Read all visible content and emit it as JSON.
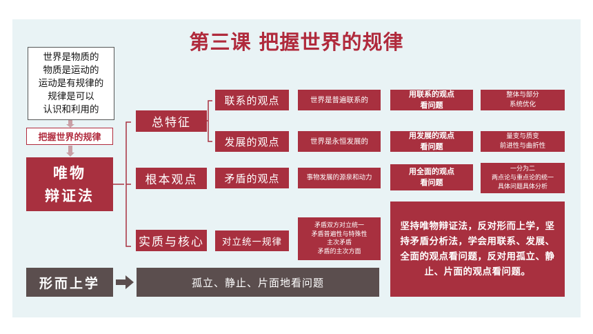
{
  "title": "第三课   把握世界的规律",
  "intro": "世界是物质的\n物质是运动的\n运动是有规律的\n规律是可以\n认识和利用的",
  "grasp_label": "把握世界的规律",
  "core_label": "唯物\n辩证法",
  "categories": [
    "总特征",
    "根本观点",
    "实质与核心"
  ],
  "viewpoints": [
    {
      "name": "联系的观点",
      "desc": "世界是普遍联系的",
      "look": "用联系的观点\n看问题",
      "method": "整体与部分\n系统优化"
    },
    {
      "name": "发展的观点",
      "desc": "世界是永恒发展的",
      "look": "用发展的观点\n看问题",
      "method": "量变与质变\n前进性与曲折性"
    },
    {
      "name": "矛盾的观点",
      "desc": "事物发展的源泉和动力",
      "look": "用全面的观点\n看问题",
      "method": "一分为二\n两点论与重点论的统一\n具体问题具体分析"
    },
    {
      "name": "对立统一规律",
      "desc": "矛盾双方对立统一\n矛盾普遍性与特殊性\n主次矛盾\n矛盾的主次方面"
    }
  ],
  "conclusion": "坚持唯物辩证法，反对形而上学，坚持矛盾分析法，学会用联系、发展、全面的观点看问题，反对用孤立、静止、片面的观点看问题。",
  "metaphysics_label": "形而上学",
  "metaphysics_desc": "孤立、静止、片面地看问题",
  "colors": {
    "accent": "#a8303f",
    "panel": "#e9f3f5",
    "dark": "#5b4e4e"
  }
}
